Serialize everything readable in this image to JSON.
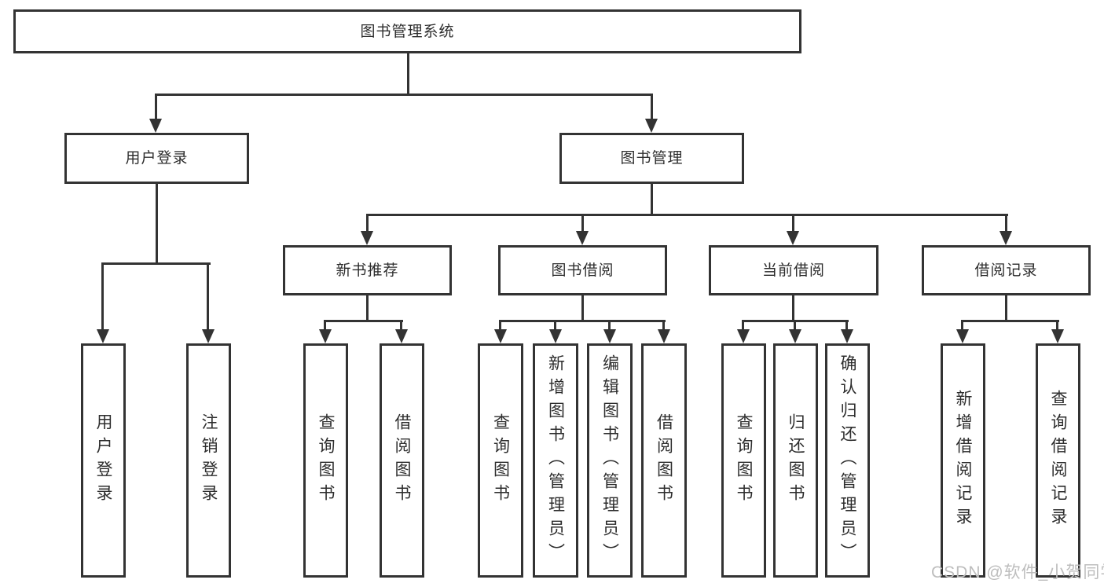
{
  "tree": {
    "label": "图书管理系统",
    "children": [
      {
        "label": "用户登录",
        "children": [
          {
            "label": "用户登录"
          },
          {
            "label": "注销登录"
          }
        ]
      },
      {
        "label": "图书管理",
        "children": [
          {
            "label": "新书推荐",
            "children": [
              {
                "label": "查询图书"
              },
              {
                "label": "借阅图书"
              }
            ]
          },
          {
            "label": "图书借阅",
            "children": [
              {
                "label": "查询图书"
              },
              {
                "label": "新增图书（管理员）"
              },
              {
                "label": "编辑图书（管理员）"
              },
              {
                "label": "借阅图书"
              }
            ]
          },
          {
            "label": "当前借阅",
            "children": [
              {
                "label": "查询图书"
              },
              {
                "label": "归还图书"
              },
              {
                "label": "确认归还（管理员）"
              }
            ]
          },
          {
            "label": "借阅记录",
            "children": [
              {
                "label": "新增借阅记录"
              },
              {
                "label": "查询借阅记录"
              }
            ]
          }
        ]
      }
    ]
  },
  "watermark": {
    "text": "CSDN @软件_小贺同学"
  },
  "colors": {
    "line": "#333333",
    "box_background": "#ffffff",
    "text": "#2d2d2d",
    "watermark": "#bdbdbd"
  }
}
